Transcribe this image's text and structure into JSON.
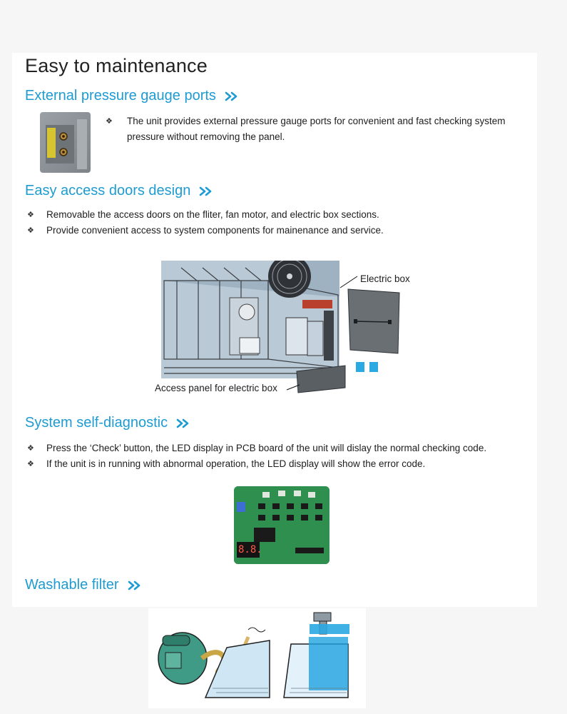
{
  "title": "Easy to maintenance",
  "sections": [
    {
      "heading": "External pressure gauge ports",
      "bullets": [
        "The unit provides external pressure gauge ports for convenient and fast checking system pressure without removing the panel."
      ]
    },
    {
      "heading": "Easy access doors design",
      "bullets": [
        "Removable the access doors on the fliter, fan motor, and electric box sections.",
        "Provide convenient access to system components for mainenance and service."
      ],
      "figure_labels": {
        "electric_box": "Electric box",
        "access_panel": "Access panel for electric box"
      }
    },
    {
      "heading": "System self-diagnostic",
      "bullets": [
        "Press the ‘Check’ button, the LED display in PCB board of the unit will dislay the normal checking code.",
        "If the unit is in running with abnormal operation, the LED display will show the error code."
      ],
      "led_readout": "8.8."
    },
    {
      "heading": "Washable filter",
      "bullets": []
    }
  ],
  "colors": {
    "heading_blue": "#1e9bd1",
    "text": "#1d1d1d",
    "pcb_green": "#2f8f4e"
  },
  "icons": {
    "heading_arrow": "double-chevron-right-icon",
    "bullet": "four-diamond-bullet-icon"
  }
}
